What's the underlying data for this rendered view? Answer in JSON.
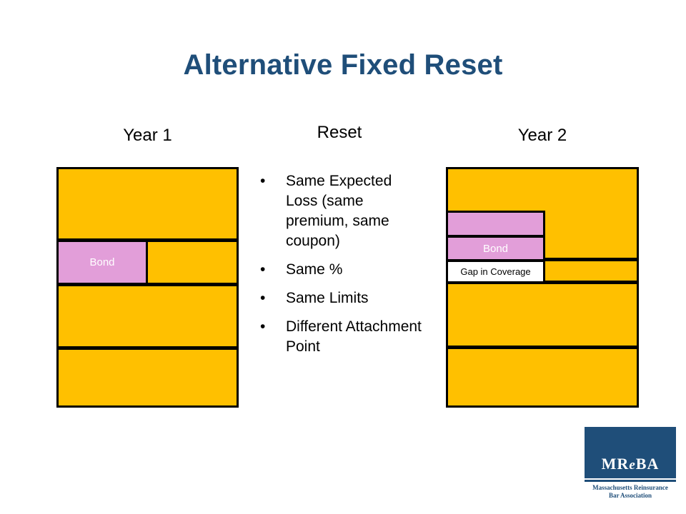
{
  "slide": {
    "title": "Alternative Fixed Reset",
    "title_color": "#1F4E79",
    "background": "#FFFFFF"
  },
  "palette": {
    "layer_fill": "#FFC000",
    "bond_fill": "#E29ED9",
    "gap_fill": "#FFFFFF",
    "outline": "#000000",
    "brand_blue": "#1F4E79"
  },
  "year1": {
    "heading": "Year 1",
    "bond_label": "Bond"
  },
  "reset": {
    "heading": "Reset",
    "bullet_glyph": "•",
    "bullets": [
      "Same Expected Loss (same premium, same coupon)",
      "Same %",
      "Same Limits",
      "Different Attachment Point"
    ]
  },
  "year2": {
    "heading": "Year 2",
    "bond_label": "Bond",
    "gap_label": "Gap in Coverage"
  },
  "logo": {
    "mark_prefix": "MR",
    "mark_lower": "e",
    "mark_suffix": "BA",
    "line1": "Massachusetts Reinsurance",
    "line2": "Bar Association"
  }
}
